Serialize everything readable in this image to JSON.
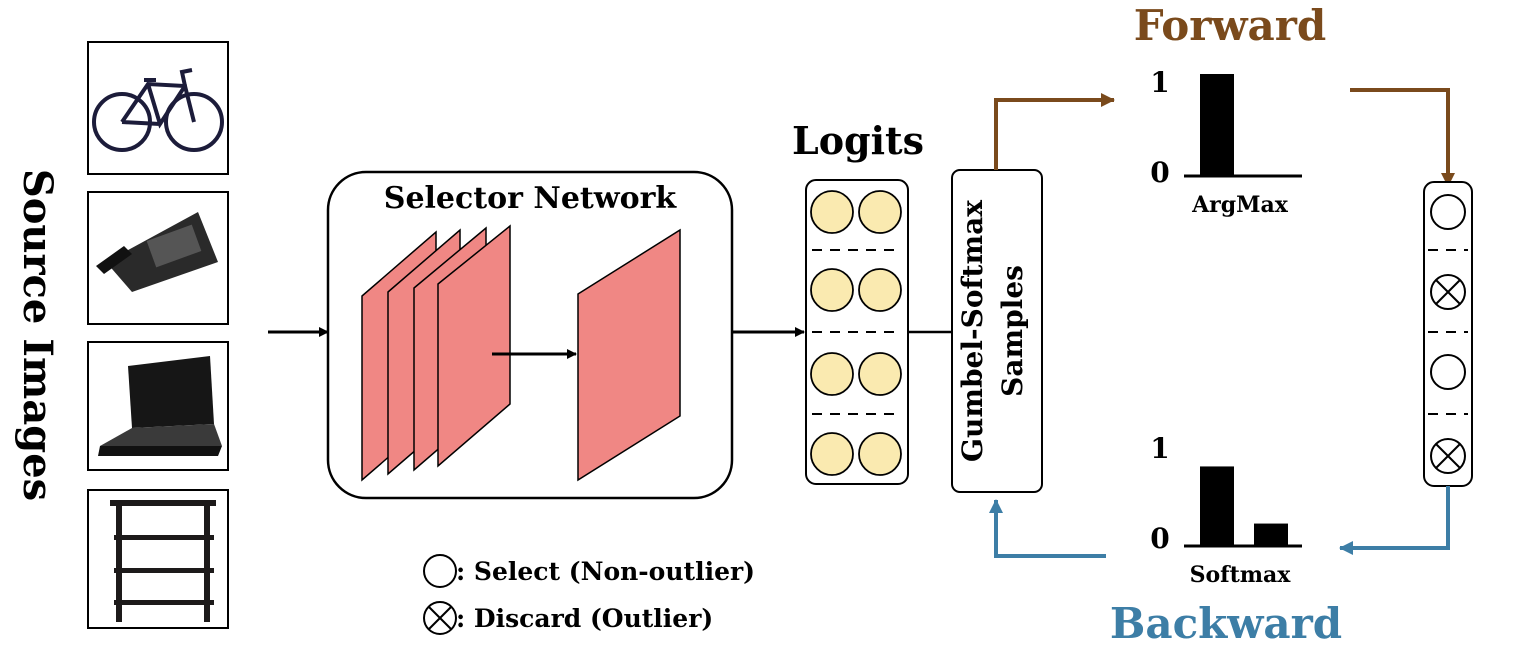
{
  "labels": {
    "source_images": "Source Images",
    "selector_network": "Selector Network",
    "logits": "Logits",
    "gumbel_line1": "Gumbel-Softmax",
    "gumbel_line2": "Samples",
    "forward": "Forward",
    "backward": "Backward",
    "argmax": "ArgMax",
    "softmax": "Softmax",
    "argmax_y_top": "1",
    "argmax_y_bottom": "0",
    "softmax_y_top": "1",
    "softmax_y_bottom": "0"
  },
  "legend": {
    "select": ": Select (Non-outlier)",
    "discard": ": Discard (Outlier)"
  },
  "source_images": [
    "bicycle",
    "telephone",
    "laptop",
    "shelf"
  ],
  "argmax_bars": [
    1,
    0
  ],
  "softmax_bars": [
    0.78,
    0.22
  ],
  "output_mask": [
    "select",
    "discard",
    "select",
    "discard"
  ],
  "colors": {
    "forward": "#7a4a1c",
    "backward": "#3d7ea6",
    "feature_map": "#f08784",
    "logit_fill": "#faeab0"
  }
}
